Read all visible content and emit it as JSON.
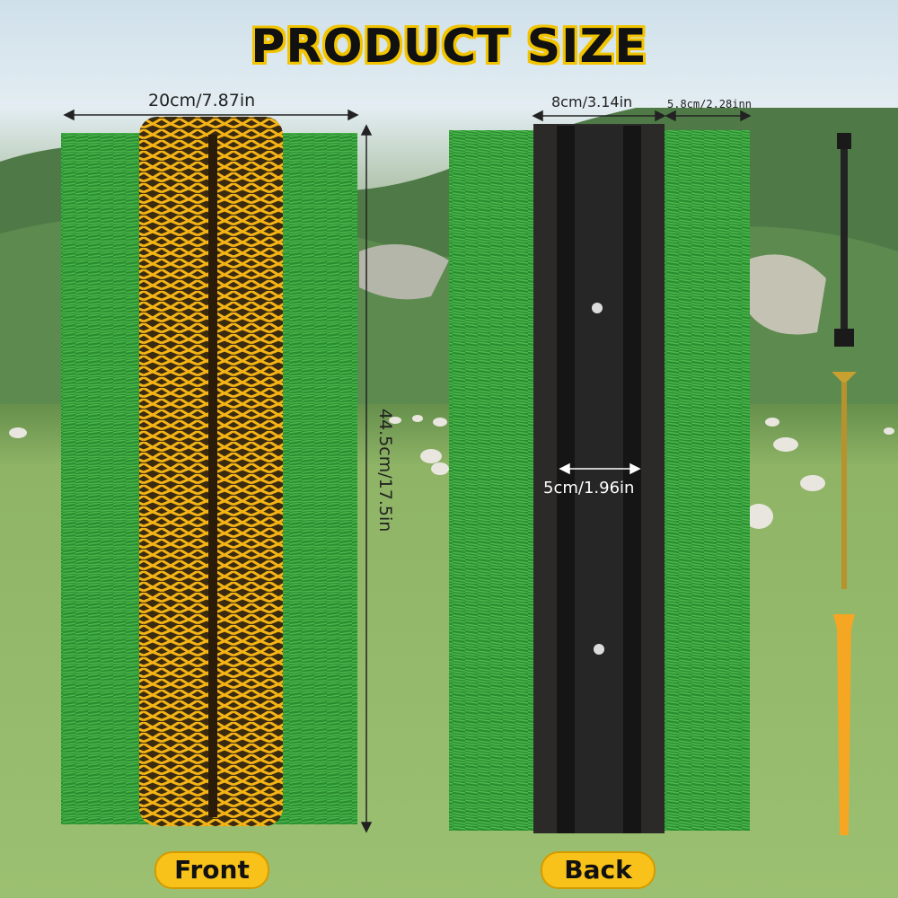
{
  "title": "PRODUCT SIZE",
  "dimensions": {
    "front_width": "20cm/7.87in",
    "front_height": "44.5cm/17.5in",
    "back_channel_width": "8cm/3.14in",
    "back_bristle_width": "5.8cm/2.28inn",
    "inner_groove_width": "5cm/1.96in"
  },
  "labels": {
    "front": "Front",
    "back": "Back"
  },
  "colors": {
    "title_outline": "#f2c400",
    "bristle_green": "#2f9a35",
    "bristle_yellow": "#f2b21a",
    "channel_black": "#1e1e1e",
    "pill_yellow": "#f8c21a"
  }
}
